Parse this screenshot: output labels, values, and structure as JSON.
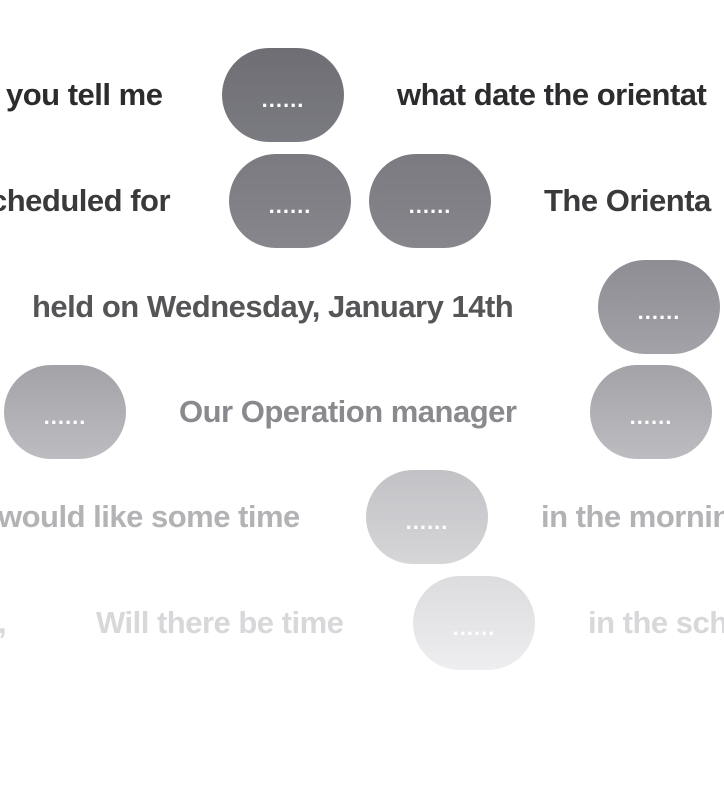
{
  "rows": [
    {
      "phrases": [
        "you tell me",
        "what date the orientat"
      ],
      "pills": [
        "......"
      ]
    },
    {
      "phrases": [
        "cheduled for",
        "The Orienta"
      ],
      "pills": [
        "......",
        "......"
      ]
    },
    {
      "phrases": [
        "held on Wednesday, January 14th"
      ],
      "pills": [
        "......"
      ]
    },
    {
      "phrases": [
        "Our Operation manager"
      ],
      "pills": [
        "......",
        "......"
      ]
    },
    {
      "phrases": [
        "would like some time",
        "in the mornin"
      ],
      "pills": [
        "......"
      ]
    },
    {
      "phrases": [
        ",",
        "Will there be time",
        "in the sch"
      ],
      "pills": [
        "......"
      ]
    }
  ],
  "colors": {
    "row_text": [
      "#2c2c2e",
      "#3a3a3c",
      "#555558",
      "#8a8a8e",
      "#b3b3b6",
      "#d8d8da"
    ],
    "pill_fill": [
      "#74747a",
      "#808086",
      "#97979d",
      "#afafb4",
      "#cccccf",
      "#e5e5e7"
    ]
  }
}
